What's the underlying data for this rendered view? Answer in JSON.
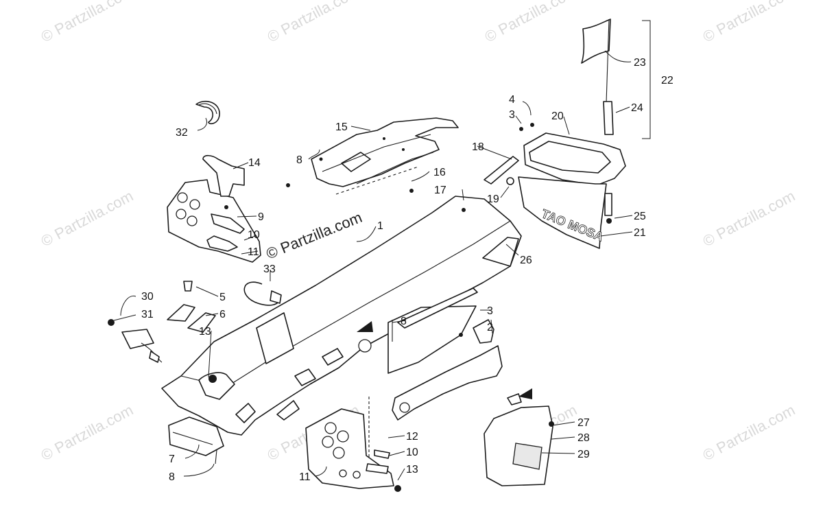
{
  "watermarks": {
    "corner": "© Partzilla.com",
    "center": "© Partzilla.com"
  },
  "callouts": {
    "c1": "1",
    "c2": "2",
    "c3a": "3",
    "c3b": "3",
    "c4": "4",
    "c5": "5",
    "c6": "6",
    "c7": "7",
    "c8a": "8",
    "c8b": "8",
    "c8c": "8",
    "c9": "9",
    "c10a": "10",
    "c10b": "10",
    "c11a": "11",
    "c11b": "11",
    "c12": "12",
    "c13a": "13",
    "c13b": "13",
    "c14": "14",
    "c15": "15",
    "c16": "16",
    "c17": "17",
    "c18": "18",
    "c19": "19",
    "c20": "20",
    "c21": "21",
    "c22": "22",
    "c23": "23",
    "c24": "24",
    "c25": "25",
    "c26": "26",
    "c27": "27",
    "c28": "28",
    "c29": "29",
    "c30": "30",
    "c31": "31",
    "c32": "32",
    "c33": "33"
  },
  "decal_text": "TAO MOSA"
}
